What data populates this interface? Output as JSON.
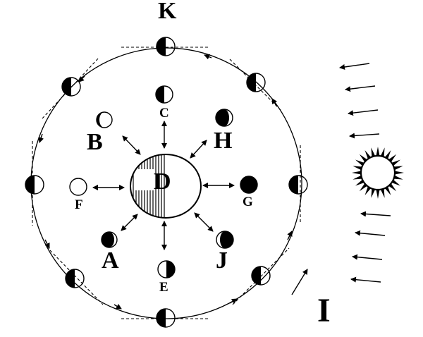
{
  "labels": {
    "K": "K",
    "B": "B",
    "H": "H",
    "C": "C",
    "D": "D",
    "F": "F",
    "G": "G",
    "A": "A",
    "J": "J",
    "E": "E",
    "I": "I"
  },
  "icons": {
    "sun": "sun-icon",
    "moon": "moon-icon",
    "earth": "earth-icon"
  },
  "colors": {
    "ink": "#000000",
    "paper": "#ffffff"
  }
}
